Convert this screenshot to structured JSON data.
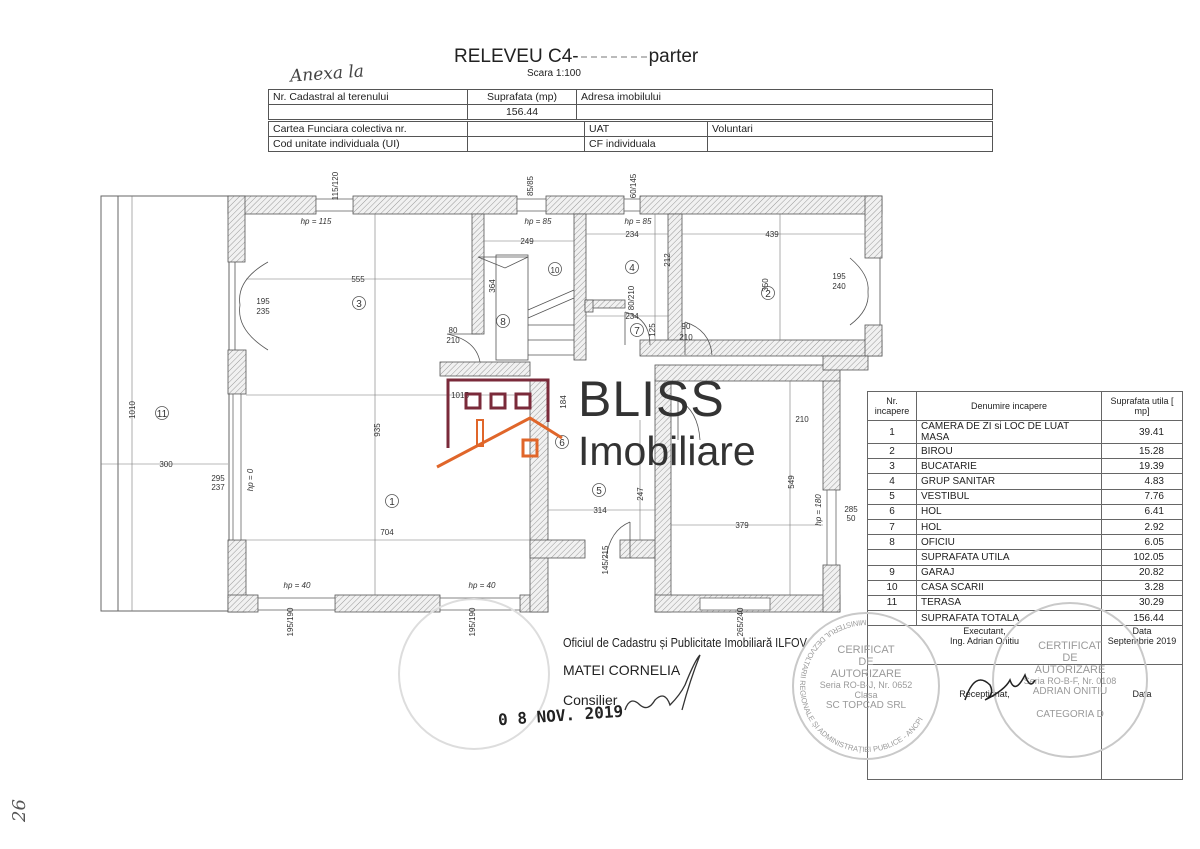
{
  "header": {
    "title_prefix": "RELEVEU C4-",
    "title_suffix": "parter",
    "scale": "Scara 1:100",
    "handwritten_note": "Anexa la",
    "rows": [
      [
        "Nr. Cadastral al terenului",
        "Suprafata (mp)",
        "Adresa imobilului"
      ],
      [
        "",
        "156.44",
        ""
      ],
      [
        "Cartea Funciara colectiva nr.",
        "",
        "UAT",
        "Voluntari"
      ],
      [
        "Cod unitate individuala (UI)",
        "",
        "CF individuala",
        ""
      ]
    ]
  },
  "plan": {
    "rooms": [
      "1",
      "2",
      "3",
      "4",
      "5",
      "6",
      "7",
      "8",
      "10",
      "11"
    ],
    "dimensions": {
      "d555": "555",
      "d935": "935",
      "d704": "704",
      "d300": "300",
      "d1010": "1010",
      "d1015": "1015",
      "d249": "249",
      "d364": "364",
      "d234a": "234",
      "d234b": "234",
      "d212": "212",
      "d125": "125",
      "d439": "439",
      "d350": "350",
      "d379": "379",
      "d549": "549",
      "d314": "314",
      "d247": "247",
      "d184": "184"
    },
    "openings": {
      "w1": [
        "115",
        "120"
      ],
      "w2": [
        "85",
        "85"
      ],
      "w3": [
        "60",
        "145"
      ],
      "d195_235": [
        "195",
        "235"
      ],
      "d80_210a": [
        "80",
        "210"
      ],
      "d80_210b": [
        "80",
        "210"
      ],
      "d90_210": [
        "90",
        "210"
      ],
      "d195_240": [
        "195",
        "240"
      ],
      "w295": [
        "295",
        "237"
      ],
      "d_210": [
        "",
        "210"
      ],
      "d145_215": [
        "145",
        "215"
      ],
      "w285_50": [
        "285",
        "50"
      ],
      "wb1": [
        "195",
        "190"
      ],
      "wb2": [
        "195",
        "190"
      ],
      "wb3": [
        "265",
        "240"
      ]
    },
    "hp": {
      "hp115": "hp = 115",
      "hp85a": "hp = 85",
      "hp85b": "hp = 85",
      "hp0": "hp = 0",
      "hp40a": "hp = 40",
      "hp40b": "hp = 40",
      "hp180": "hp = 180"
    }
  },
  "watermark": {
    "line1": "BLISS",
    "line2": "Imobiliare",
    "brand_dark": "#7a2a3a",
    "brand_orange": "#e0662a"
  },
  "room_table": {
    "headers": [
      "Nr. incapere",
      "Denumire incapere",
      "Suprafata utila [ mp]"
    ],
    "rows": [
      [
        "1",
        "CAMERA DE ZI si LOC DE LUAT MASA",
        "39.41"
      ],
      [
        "2",
        "BIROU",
        "15.28"
      ],
      [
        "3",
        "BUCATARIE",
        "19.39"
      ],
      [
        "4",
        "GRUP SANITAR",
        "4.83"
      ],
      [
        "5",
        "VESTIBUL",
        "7.76"
      ],
      [
        "6",
        "HOL",
        "6.41"
      ],
      [
        "7",
        "HOL",
        "2.92"
      ],
      [
        "8",
        "OFICIU",
        "6.05"
      ],
      [
        "",
        "SUPRAFATA UTILA",
        "102.05"
      ],
      [
        "9",
        "GARAJ",
        "20.82"
      ],
      [
        "10",
        "CASA SCARII",
        "3.28"
      ],
      [
        "11",
        "TERASA",
        "30.29"
      ],
      [
        "",
        "SUPRAFATA TOTALA",
        "156.44"
      ]
    ],
    "executant_label": "Executant,",
    "executant_name": "Ing. Adrian Onitiu",
    "data_label": "Data",
    "data_value": "Septembrie 2019",
    "receptionat_label": "Receptionat,",
    "data_label2": "Data"
  },
  "ocpi": {
    "office": "Oficiul de Cadastru și Publicitate Imobiliară ILFOV",
    "name": "MATEI CORNELIA",
    "role": "Consilier",
    "date_stamp": "0 8 NOV. 2019"
  },
  "stamps": {
    "left": {
      "line1": "CERIFICAT",
      "line2": "DE",
      "line3": "AUTORIZARE",
      "line4": "Seria RO-B-J, Nr. 0652",
      "line5": "Clasa",
      "line6": "SC TOPCAD SRL",
      "ring": "MINISTERUL DEZVOLTARII REGIONALE ȘI ADMINISTRAȚIEI PUBLICE - ANCPI"
    },
    "right": {
      "line1": "CERTIFICAT",
      "line2": "DE",
      "line3": "AUTORIZARE",
      "line4": "Seria RO-B-F, Nr. 0108",
      "line5": "ADRIAN ONITIU",
      "line6": "CATEGORIA D"
    }
  },
  "page_number": "26"
}
